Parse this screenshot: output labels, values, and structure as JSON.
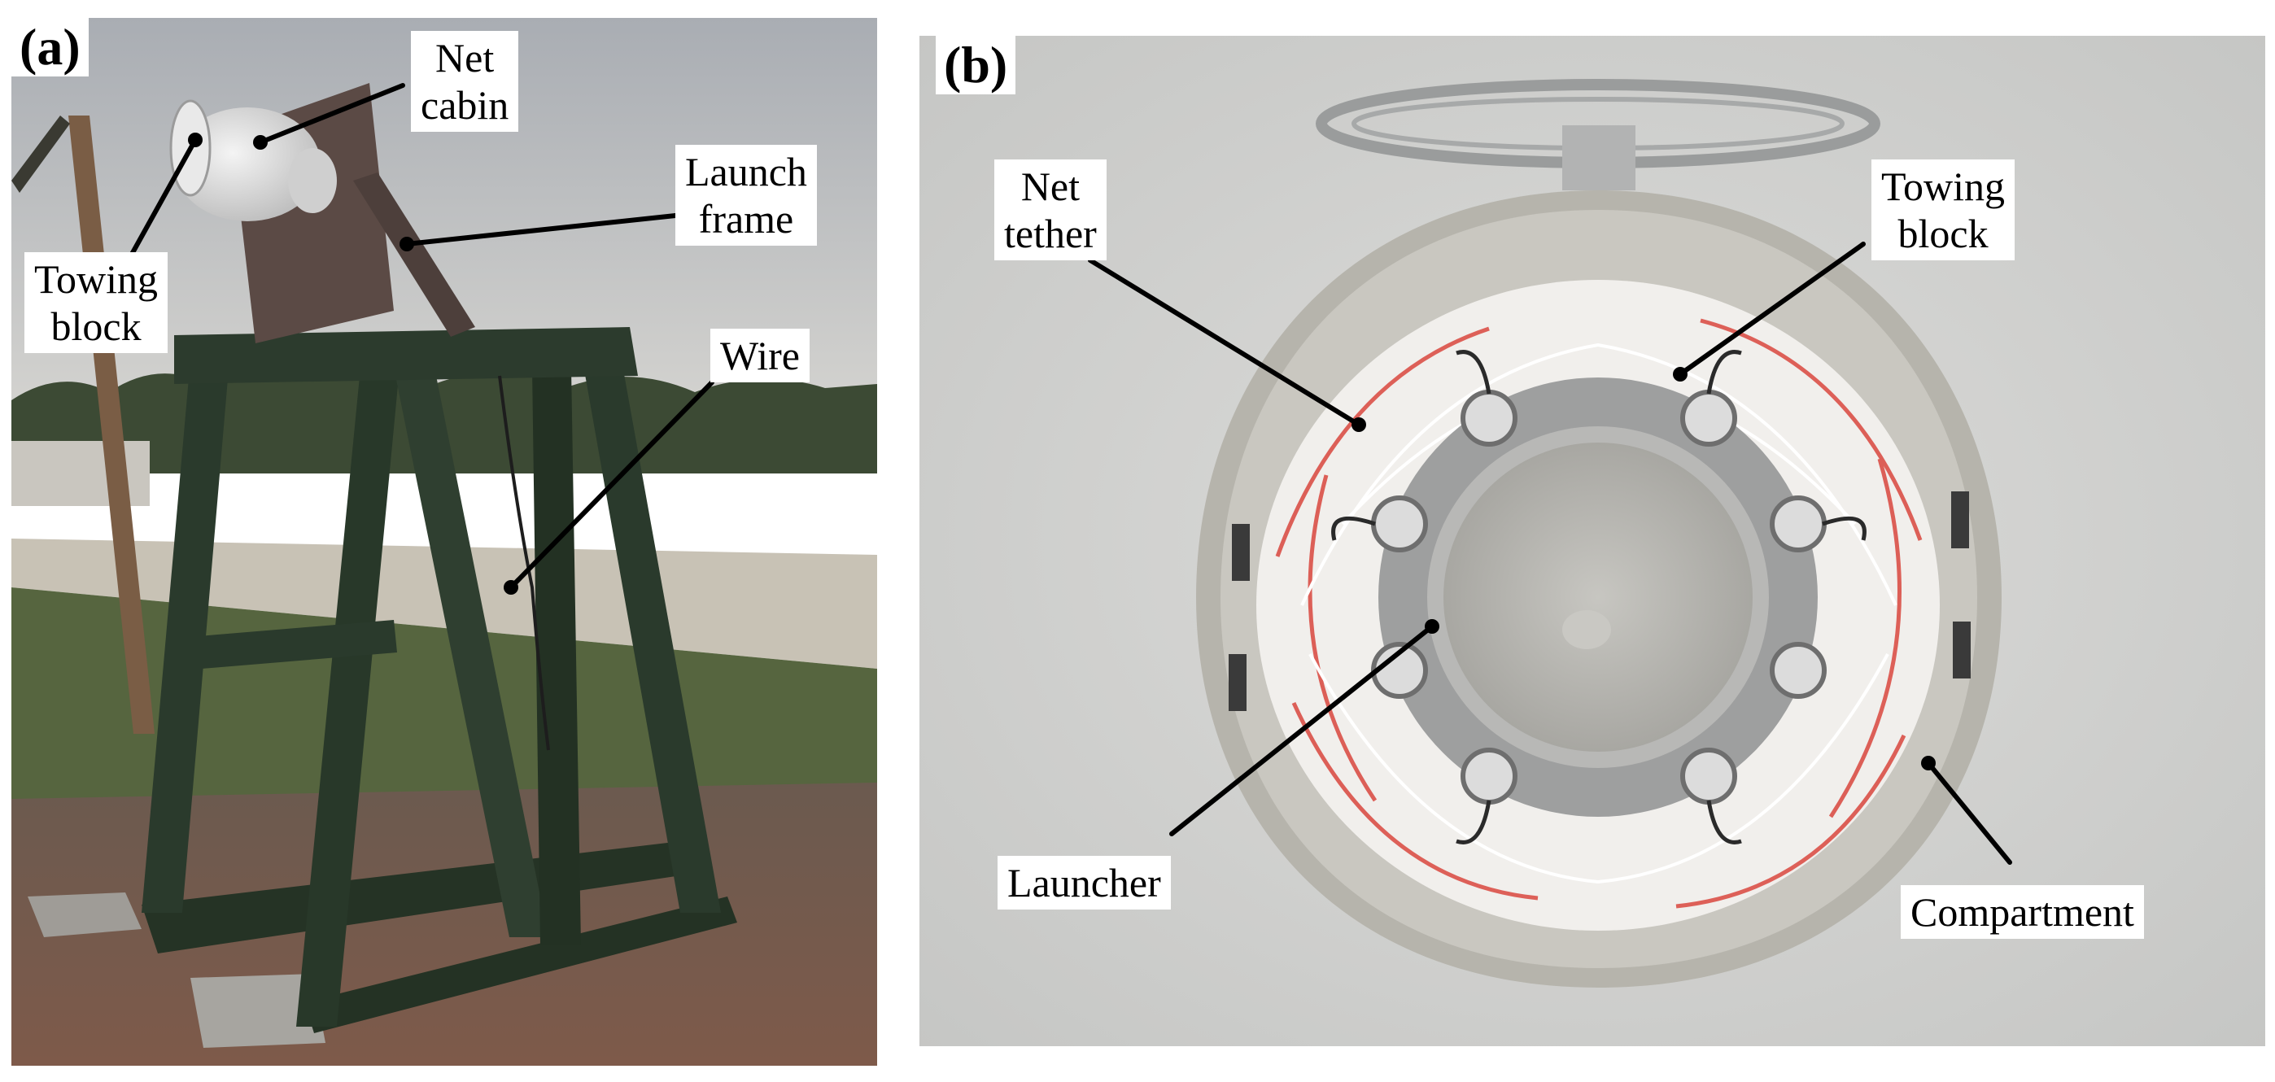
{
  "panels": [
    {
      "letter": "(a)",
      "labels": {
        "net_cabin": "Net\ncabin",
        "launch_frame": "Launch\nframe",
        "towing_block": "Towing\nblock",
        "wire": "Wire"
      }
    },
    {
      "letter": "(b)",
      "labels": {
        "net_tether": "Net\ntether",
        "towing_block": "Towing\nblock",
        "launcher": "Launcher",
        "compartment": "Compartment"
      }
    }
  ],
  "colors": {
    "sky": "#b9bec3",
    "frame_green": "#2a3a2c",
    "grass": "#4f5e3e",
    "ground_rust": "#7a5a4c",
    "plate_rust": "#5b4a45",
    "backdrop": "#d2d3d1",
    "housing": "#b6b4ac",
    "netting": "#f1efec",
    "tether_red": "#d9463e",
    "metal": "#a9abab"
  }
}
